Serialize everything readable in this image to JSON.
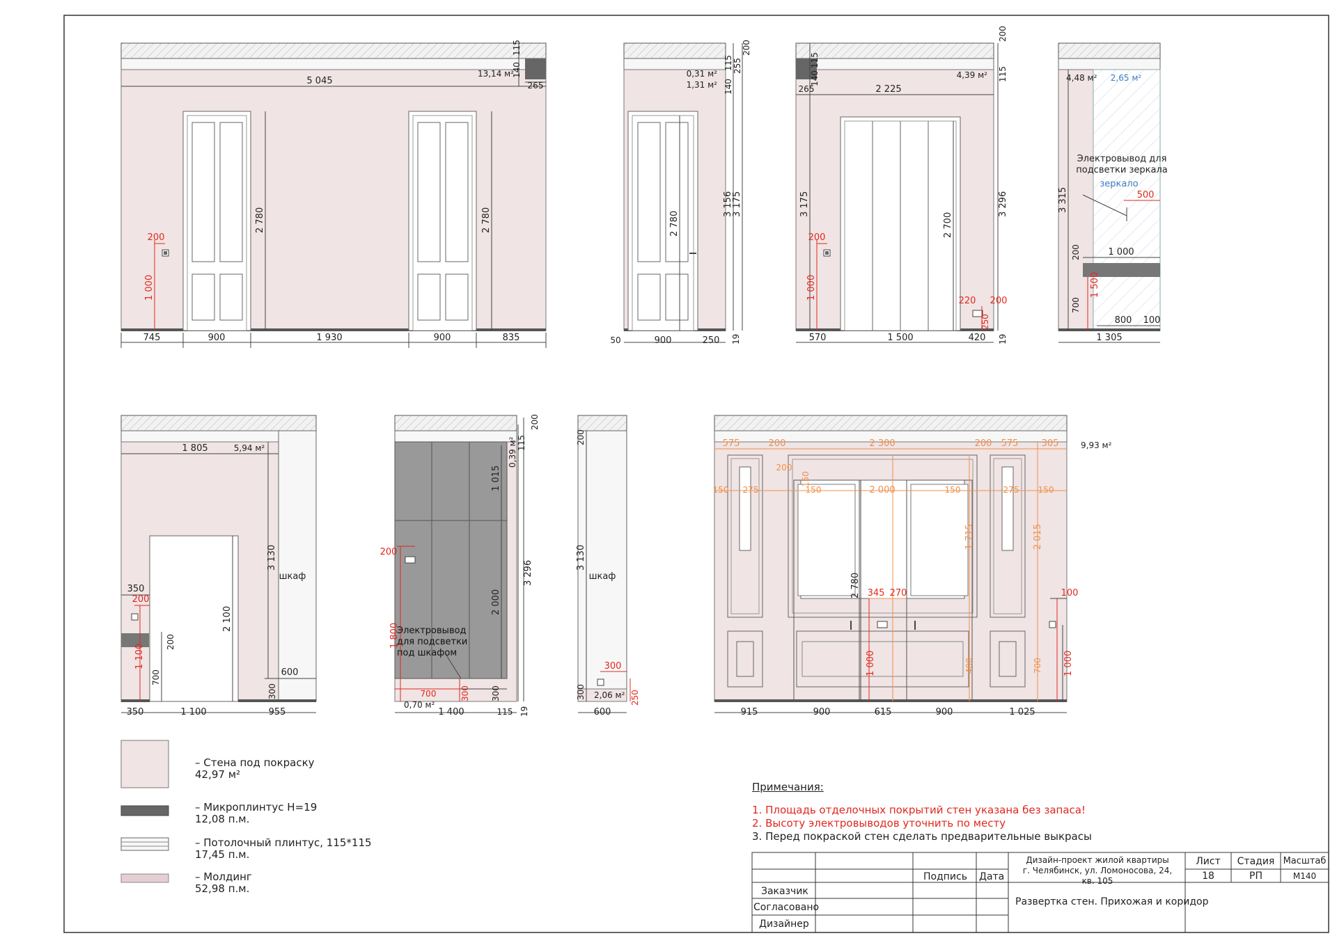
{
  "legend": [
    {
      "label": "– Стена под покраску",
      "value": "42,97 м²"
    },
    {
      "label": "– Микроплинтус Н=19",
      "value": "12,08 п.м."
    },
    {
      "label": "– Потолочный плинтус, 115*115",
      "value": "17,45 п.м."
    },
    {
      "label": "– Молдинг",
      "value": "52,98 п.м."
    }
  ],
  "notes": {
    "heading": "Примечания:",
    "items": [
      "1. Площадь отделочных покрытий стен указана без запаса!",
      "2. Высоту электровыводов уточнить по месту",
      "3. Перед покраской стен сделать предварительные выкрасы"
    ]
  },
  "title_block": {
    "signature": "Подпись",
    "date": "Дата",
    "customer": "Заказчик",
    "approved": "Согласовано",
    "designer": "Дизайнер",
    "project_line1": "Дизайн-проект жилой квартиры",
    "project_line2": "г. Челябинск, ул. Ломоносова, 24, кв. 105",
    "sheet_title": "Развертка стен. Прихожая и коридор",
    "sheet_label": "Лист",
    "sheet_value": "18",
    "stage_label": "Стадия",
    "stage_value": "РП",
    "scale_label": "Масштаб",
    "scale_value": "М140"
  },
  "elevations": {
    "e1": {
      "area": "13,14 м²",
      "top_dim": "5 045",
      "plinth": "115",
      "h140": "140",
      "corner": "265",
      "door_h": "2 780",
      "outlet_x": "200",
      "outlet_h": "1 000",
      "bottom_dims": [
        "745",
        "900",
        "1 930",
        "900",
        "835"
      ]
    },
    "e2": {
      "area1": "0,31 м²",
      "area2": "1,31 м²",
      "v115": "115",
      "v140": "140",
      "v255": "255",
      "v200": "200",
      "door_h": "2 780",
      "h1": "3 156",
      "h2": "3 175",
      "bottom_dims": [
        "50",
        "900",
        "250"
      ],
      "v19": "19"
    },
    "e3": {
      "area": "4,39 м²",
      "corner": "265",
      "w": "2 225",
      "v115a": "115",
      "v140": "140",
      "v200": "200",
      "v115b": "115",
      "h_left": "3 175",
      "h_right": "3 296",
      "door_h": "2 700",
      "outlet_x": "200",
      "outlet_h": "1 000",
      "sock_w": "220",
      "sock_x": "200",
      "sock_h": "250",
      "bottom_dims": [
        "570",
        "1 500",
        "420"
      ],
      "v19": "19"
    },
    "e4": {
      "area": "4,48 м²",
      "mirror_area": "2,65 м²",
      "note1": "Электровывод для",
      "note2": "подсветки зеркала",
      "mirror": "зеркало",
      "d500": "500",
      "h_left": "3 315",
      "w1000": "1 000",
      "v200": "200",
      "v1500": "1 500",
      "v700": "700",
      "d800": "800",
      "d100": "100",
      "bottom": "1 305"
    },
    "e5": {
      "w": "1 805",
      "area": "5,94 м²",
      "cabinet": "шкаф",
      "h_cab": "3 130",
      "h_opening": "2 100",
      "d350a": "350",
      "d200": "200",
      "v200": "200",
      "v1100": "1 100",
      "v700": "700",
      "d600": "600",
      "v300": "300",
      "bottom_dims": [
        "350",
        "1 100",
        "955"
      ]
    },
    "e6": {
      "area_top": "0,39 м²",
      "v115": "115",
      "v200": "200",
      "v1015": "1 015",
      "h": "3 296",
      "v2000": "2 000",
      "note1": "Электровывод",
      "note2": "для подсветки",
      "note3": "под шкафом",
      "outlet_x": "200",
      "v1800": "1 800",
      "d700": "700",
      "v300a": "300",
      "v300b": "300",
      "area_bot": "0,70 м²",
      "bottom_dims": [
        "1 400",
        "115"
      ],
      "v19": "19"
    },
    "e7": {
      "cabinet": "шкаф",
      "v200": "200",
      "h_cab": "3 130",
      "d300": "300",
      "v300": "300",
      "area": "2,06 м²",
      "v250": "250",
      "bottom": "600"
    },
    "e8": {
      "area": "9,93 м²",
      "top": [
        "575",
        "200",
        "2 300",
        "200",
        "575",
        "305"
      ],
      "row2": [
        "150",
        "275",
        "150",
        "2 000",
        "150",
        "275",
        "150"
      ],
      "v200": "200",
      "v150": "150",
      "v1715": "1 715",
      "v2015": "2 015",
      "door_h": "2 780",
      "d345": "345",
      "d270": "270",
      "d100": "100",
      "v1000a": "1 000",
      "v1000b": "1 000",
      "v400": "400",
      "v700": "700",
      "bottom_dims": [
        "915",
        "900",
        "615",
        "900",
        "1 025"
      ]
    }
  }
}
